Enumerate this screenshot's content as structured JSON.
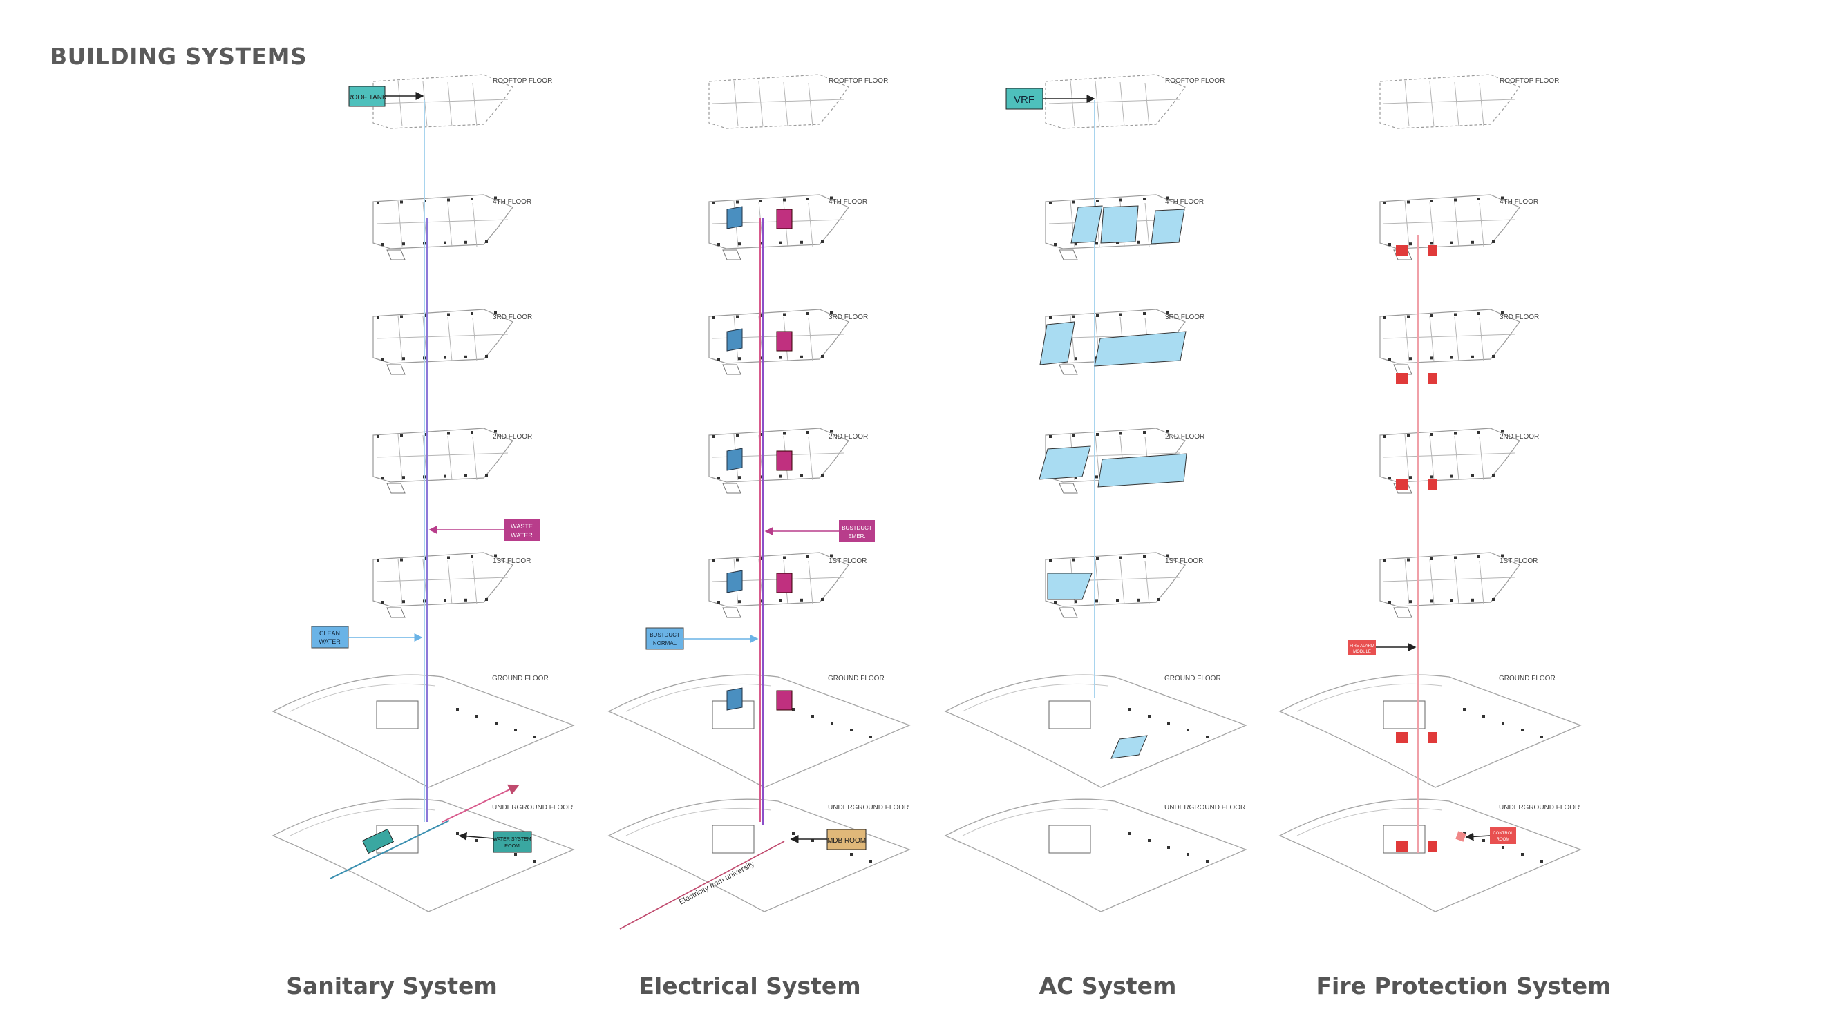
{
  "page_title": "BUILDING SYSTEMS",
  "floor_labels": [
    "ROOFTOP FLOOR",
    "4TH FLOOR",
    "3RD FLOOR",
    "2ND FLOOR",
    "1ST FLOOR",
    "GROUND FLOOR",
    "UNDERGROUND FLOOR"
  ],
  "systems": [
    {
      "caption": "Sanitary System",
      "callouts": [
        {
          "text": "ROOF TANK",
          "color": "#4ec0bc"
        },
        {
          "text": "WASTE WATER",
          "color": "#b83d8b"
        },
        {
          "text": "CLEAN WATER",
          "color": "#6ab3e6"
        },
        {
          "text": "WATER SYSTEM ROOM",
          "color": "#3aa7a1"
        }
      ],
      "line_colors": [
        "#8c78d8",
        "#a8d4ee"
      ]
    },
    {
      "caption": "Electrical System",
      "callouts": [
        {
          "text": "BUSTDUCT EMERGENCY",
          "color": "#b83d8b"
        },
        {
          "text": "BUSTDUCT NORMAL",
          "color": "#6ab3e6"
        },
        {
          "text": "MDB ROOM",
          "color": "#e0b879"
        }
      ],
      "annotation": "Electricity from university",
      "line_colors": [
        "#8c4fc8",
        "#d85a8c"
      ]
    },
    {
      "caption": "AC System",
      "callouts": [
        {
          "text": "VRF",
          "color": "#4ec0bc"
        }
      ],
      "line_colors": [
        "#a8d4ee"
      ]
    },
    {
      "caption": "Fire Protection System",
      "callouts": [
        {
          "text": "FIRE ALARM MODULE",
          "color": "#e85050"
        },
        {
          "text": "CONTROL ROOM",
          "color": "#e85050"
        }
      ],
      "line_colors": [
        "#f0a0a8"
      ]
    }
  ],
  "colors": {
    "ac_zone": "#a9dcf2",
    "fire_symbol": "#e03a3a",
    "pump_blue": "#4a8fc0",
    "pump_magenta": "#c0307f",
    "floorplate_line": "#444444"
  }
}
